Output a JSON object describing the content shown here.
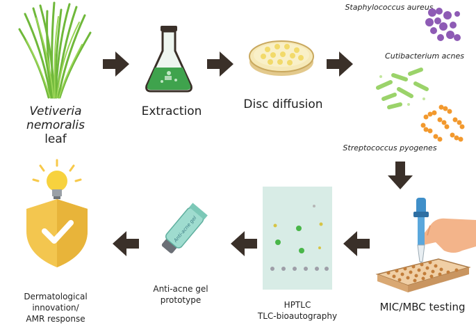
{
  "steps": {
    "leaf": {
      "name": "Vetiveria nemoralis",
      "suffix": "leaf"
    },
    "extraction": "Extraction",
    "disc": "Disc diffusion",
    "mic": "MIC/MBC testing",
    "hptlc_line1": "HPTLC",
    "hptlc_line2": "TLC-bioautography",
    "gel_line1": "Anti-acne gel",
    "gel_line2": "prototype",
    "final_line1": "Dermatological",
    "final_line2": "innovation/",
    "final_line3": "AMR response"
  },
  "bacteria": {
    "staph": "Staphylococcus aureus",
    "cuti": "Cutibacterium acnes",
    "strep": "Streptococcus pyogenes"
  },
  "tube_label": "Anti-acne gel",
  "colors": {
    "arrow": "#3a3029",
    "grass": "#7cc242",
    "flask_liquid": "#3fa34d",
    "staph": "#8e5bb5",
    "cuti": "#9bd36a",
    "strep": "#f2992e",
    "tlc_plate": "#d8ece6",
    "shield": "#f3c64f",
    "bulb": "#f7d23e"
  }
}
